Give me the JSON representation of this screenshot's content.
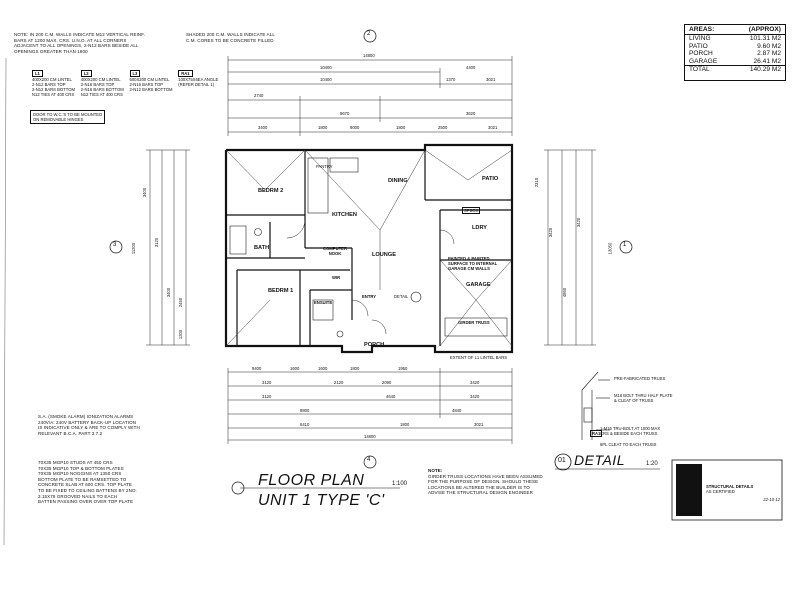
{
  "notes": {
    "top_left": [
      "NOTE: IN 200 C.M. WALLS INDICATE M12 VERTICAL REINF.",
      "BARS AT 1200 MAX. CRS. U.N.O. AT ALL CORNERS",
      "ADJACENT TO ALL OPENINGS, 2-N12 BARS BESIDE ALL",
      "OPENINGS GREATER THAN 1800"
    ],
    "shaded": [
      "SHADED 200 C.M. WALLS INDICATE ALL",
      "C.M. CORES TO BE CONCRETE FILLED"
    ],
    "door_wc": [
      "DOOR TO W.C.'S TO BE MOUNTED",
      "ON REMOVABLE HINGES"
    ],
    "smoke": [
      "S.A. (SMOKE ALARM) IONIZATION ALARMS",
      "240V/A: 240V BATTERY BACK-UP LOCATION",
      "IS INDICATIVE ONLY & ARE TO COMPLY WITH",
      "RELEVANT B.C.A. PART 3.7.2"
    ],
    "studs": [
      "70x35 MGP10 STUDS AT 450 CRS",
      "70x35 MGP10 TOP & BOTTOM PLATES",
      "70x35 MGP10 NOGGINS AT 1350 CRS",
      "BOTTOM PLATE TO BE RAMSETTED TO",
      "CONCRETE SLAB AT 600 CRS. TOP PLATE",
      "TO BE FIXED TO CEILING BATTENS BY 2No.",
      "3.15x75 GROOVED NAILS TO EACH",
      "BATTEN PASSING OVER OVER TOP PLATE"
    ],
    "girder": [
      "NOTE:",
      "GIRDER TRUSS LOCATIONS HAVE BEEN ASSUMED",
      "FOR THE PURPOSE OF DESIGN. SHOULD THESE",
      "LOCATIONS BE ALTERED THE BUILDER IS TO",
      "ADVISE THE STRUCTURAL DESIGN ENGINEER"
    ]
  },
  "lintels": [
    {
      "tag": "L1",
      "lines": [
        "400x200 CM LINTEL",
        "2-N12 BARS TOP",
        "2-N12 BARS BOTTOM",
        "N12 TIES AT 400 CRS"
      ]
    },
    {
      "tag": "L2",
      "lines": [
        "400x200 CM LINTEL",
        "2-N16 BARS TOP",
        "2-N16 BARS BOTTOM",
        "N12 TIES AT 400 CRS"
      ]
    },
    {
      "tag": "L3",
      "lines": [
        "600x200 CM LINTEL",
        "2-N16 BARS TOP",
        "2-N12 BARS BOTTOM"
      ]
    },
    {
      "tag": "RA1",
      "lines": [
        "100x75x6EA ANGLE",
        "(REFER DETAIL 1)"
      ]
    }
  ],
  "areas": {
    "header_label": "AREAS:",
    "header_value": "(APPROX)",
    "rows": [
      {
        "label": "LIVING",
        "value": "101.31 M2"
      },
      {
        "label": "PATIO",
        "value": "9.60 M2"
      },
      {
        "label": "PORCH",
        "value": "2.87 M2"
      },
      {
        "label": "GARAGE",
        "value": "26.41 M2"
      }
    ],
    "total": {
      "label": "TOTAL",
      "value": "140.29 M2"
    }
  },
  "rooms": {
    "dining": "DINING",
    "patio": "PATIO",
    "bed2": "BEDRM 2",
    "kitchen": "KITCHEN",
    "ldry": "LDRY",
    "bath": "BATH",
    "computer": "COMPUTER NOOK",
    "lounge": "LOUNGE",
    "painted": "PAINTED & PAINTED SURFACE TO INTERNAL GARAGE CM WALLS",
    "bed1": "BEDRM 1",
    "wir": "WIR",
    "ensuite": "ENSUITE",
    "entry": "ENTRY",
    "garage": "GARAGE",
    "porch": "PORCH",
    "detail_ref": "DETAIL",
    "pantry": "Pantry",
    "spbox": "Spbox",
    "girder": "GIRDER TRUSS",
    "extent": "EXTENT OF L1 LINTEL BARS"
  },
  "markers": {
    "top": "2",
    "left": "3",
    "right": "1",
    "bottom": "4"
  },
  "dims": {
    "top": [
      "14800",
      "10400",
      "4400",
      "10400",
      "1370",
      "3021",
      "2740",
      "9670",
      "3620",
      "3400",
      "1800",
      "9000",
      "1800",
      "2500",
      "3021"
    ],
    "bottom": [
      "9400",
      "1600",
      "1600",
      "1800",
      "1950",
      "3420",
      "3120",
      "2120",
      "2090",
      "4640",
      "3120",
      "3420",
      "9800",
      "4840",
      "6410",
      "1800",
      "3021",
      "14800"
    ],
    "left": [
      "3400",
      "3120",
      "3400",
      "2450",
      "1200",
      "11200"
    ],
    "right": [
      "2310",
      "3420",
      "4950",
      "3420",
      "13050"
    ]
  },
  "title": {
    "line1": "FLOOR PLAN",
    "line2": "UNIT 1 TYPE 'C'",
    "scale": "1:100"
  },
  "detail": {
    "number": "01",
    "label": "DETAIL",
    "scale": "1:20",
    "notes": [
      "PRE-FABRICATED TRUSS",
      "M16 BOLT THRU HALF PLATE & CLEAT OF TRUSS",
      "1-M16 TRU-BOLT AT 1000 MAX CRS & BESIDE EACH TRUSS",
      "6PL CLEAT TO EACH TRUSS"
    ],
    "tag": "RA1"
  },
  "titleblock": {
    "lines": [
      "STRUCTURAL DETAILS",
      "AS CERTIFIED"
    ],
    "date": "22-10-12"
  }
}
